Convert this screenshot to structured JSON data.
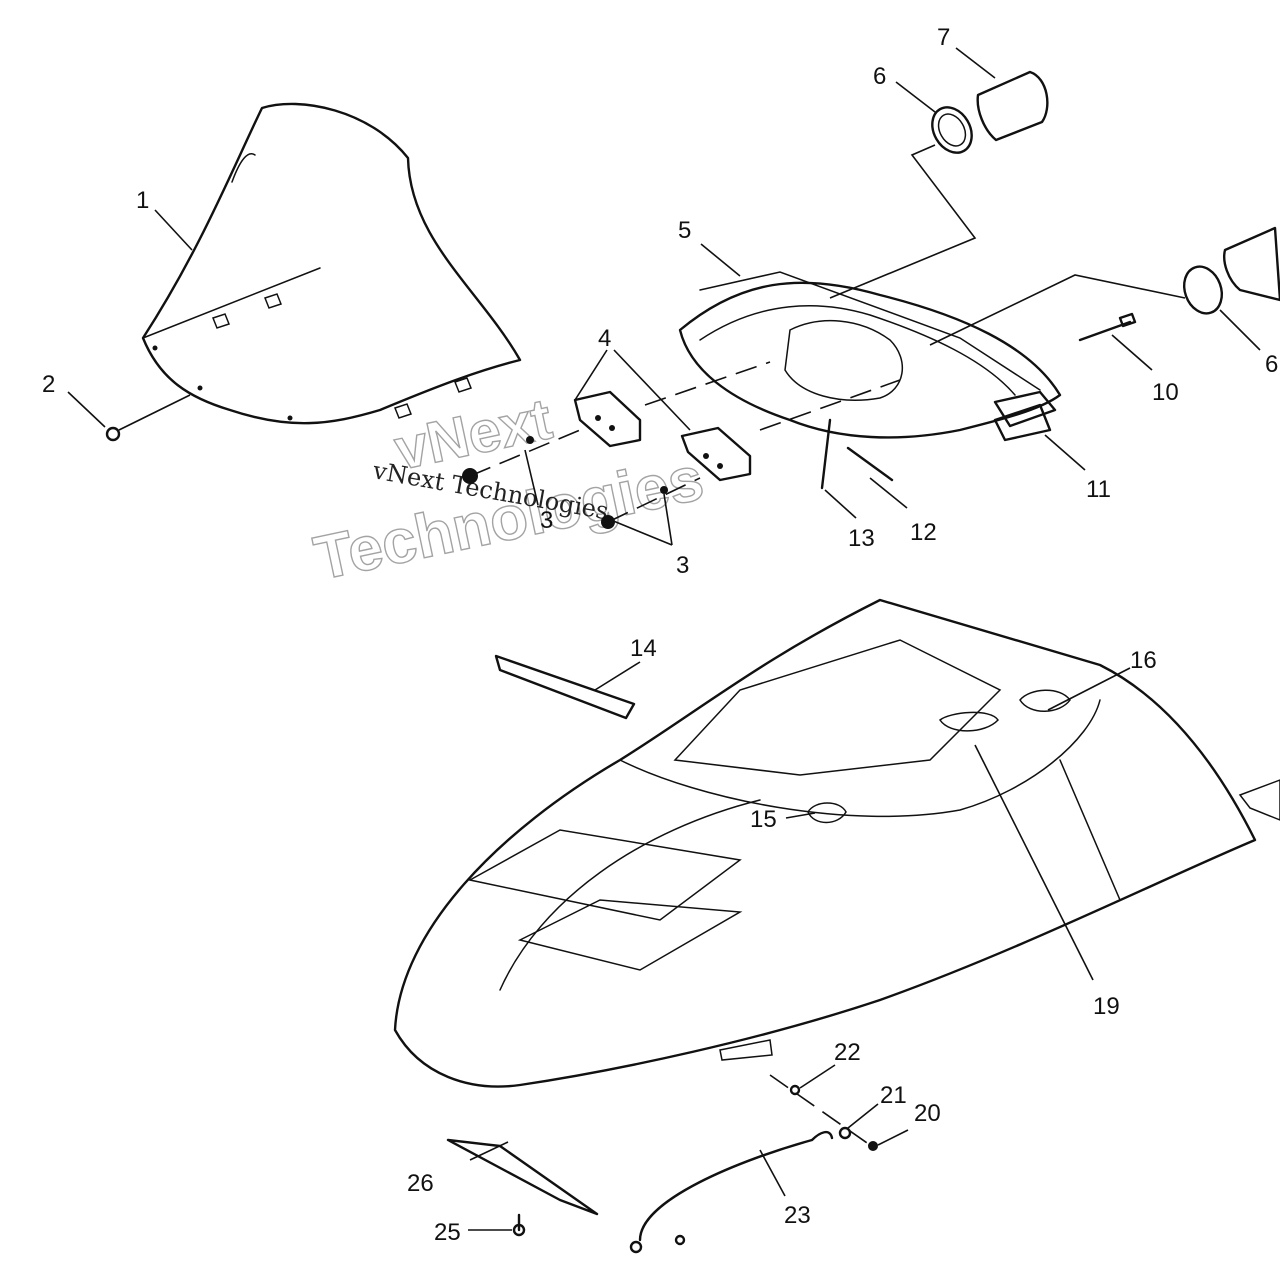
{
  "callouts": {
    "c1": "1",
    "c2": "2",
    "c3a": "3",
    "c3b": "3",
    "c4": "4",
    "c5": "5",
    "c6a": "6",
    "c6b": "6",
    "c7": "7",
    "c10": "10",
    "c11": "11",
    "c12": "12",
    "c13": "13",
    "c14": "14",
    "c15": "15",
    "c16": "16",
    "c19": "19",
    "c20": "20",
    "c21": "21",
    "c22": "22",
    "c23": "23",
    "c25": "25",
    "c26": "26"
  },
  "watermark": {
    "line1": "vNext",
    "line2": "Technologies",
    "small": "vNext Technologies"
  }
}
